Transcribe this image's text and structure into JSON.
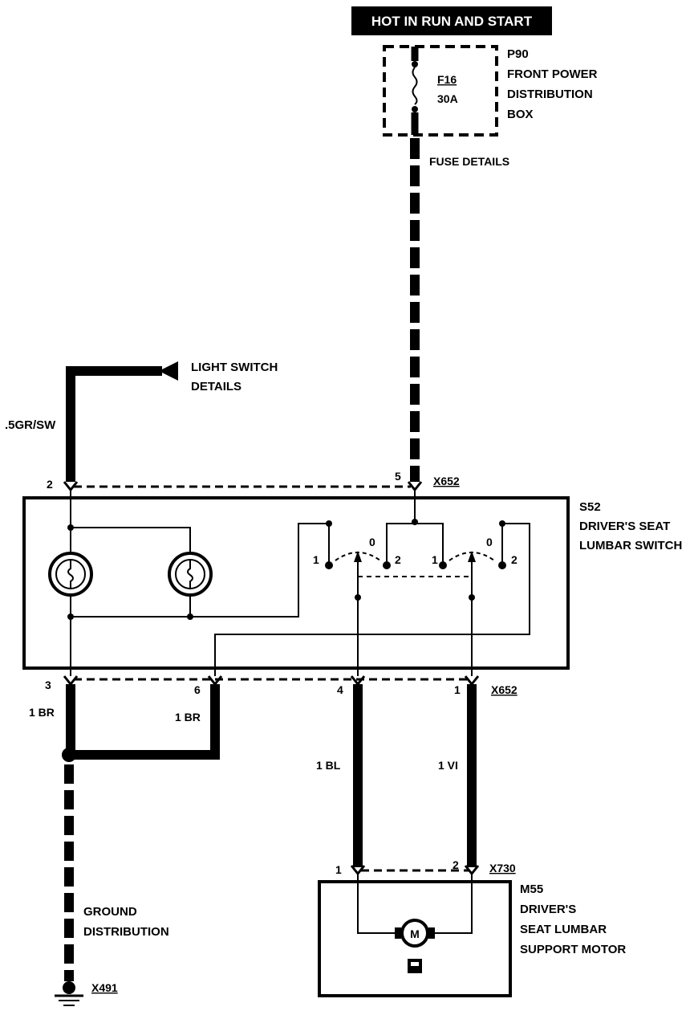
{
  "header": {
    "hot_label": "HOT IN RUN AND START"
  },
  "fuse_box": {
    "id": "P90",
    "name_line1": "FRONT POWER",
    "name_line2": "DISTRIBUTION",
    "name_line3": "BOX",
    "fuse_id": "F16",
    "fuse_rating": "30A",
    "fuse_details": "FUSE DETAILS"
  },
  "light_switch": {
    "line1": "LIGHT SWITCH",
    "line2": "DETAILS"
  },
  "wires": {
    "gr_sw": ".5GR/SW",
    "br_left": "1 BR",
    "br_mid": "1 BR",
    "bl": "1 BL",
    "vi": "1 VI"
  },
  "connectors": {
    "x652_top": "X652",
    "x652_bottom": "X652",
    "x730": "X730",
    "x491": "X491"
  },
  "pins": {
    "p2": "2",
    "p5": "5",
    "p3": "3",
    "p6": "6",
    "p4": "4",
    "p1": "1",
    "m1": "1",
    "m2": "2"
  },
  "switch": {
    "id": "S52",
    "line1": "DRIVER'S SEAT",
    "line2": "LUMBAR SWITCH",
    "pos_a1": "1",
    "pos_a0": "0",
    "pos_a2": "2",
    "pos_b1": "1",
    "pos_b0": "0",
    "pos_b2": "2"
  },
  "motor": {
    "id": "M55",
    "line1": "DRIVER'S",
    "line2": "SEAT LUMBAR",
    "line3": "SUPPORT MOTOR",
    "symbol": "M"
  },
  "ground": {
    "line1": "GROUND",
    "line2": "DISTRIBUTION"
  }
}
